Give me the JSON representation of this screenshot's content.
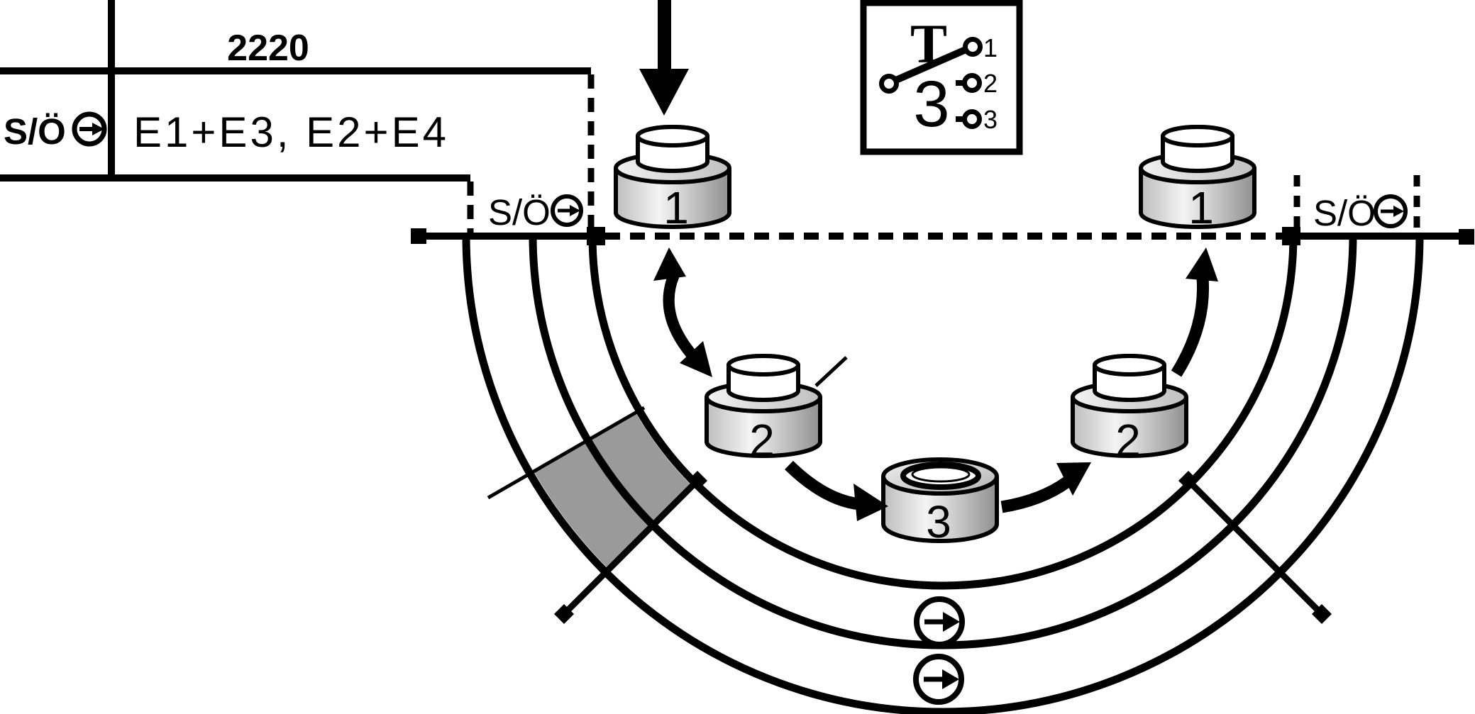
{
  "table": {
    "model": "2220",
    "row_label": "S/Ö",
    "row_value": "E1+E3, E2+E4"
  },
  "dial": {
    "left_track_label": "S/Ö",
    "right_track_label": "S/Ö"
  },
  "knobs": [
    {
      "label": "1"
    },
    {
      "label": "2"
    },
    {
      "label": "3"
    },
    {
      "label": "2"
    },
    {
      "label": "1"
    }
  ],
  "switch_box": {
    "brand_letter": "T",
    "program_number": "3",
    "contact_labels": [
      "1",
      "2",
      "3"
    ]
  },
  "icons": {
    "rotation_direction": "circle-right-arrow"
  },
  "colors": {
    "ink": "#000000",
    "paper": "#ffffff",
    "wedge_gray": "#9a9a9a",
    "knob_light": "#f4f4f4",
    "knob_dark": "#909090"
  }
}
